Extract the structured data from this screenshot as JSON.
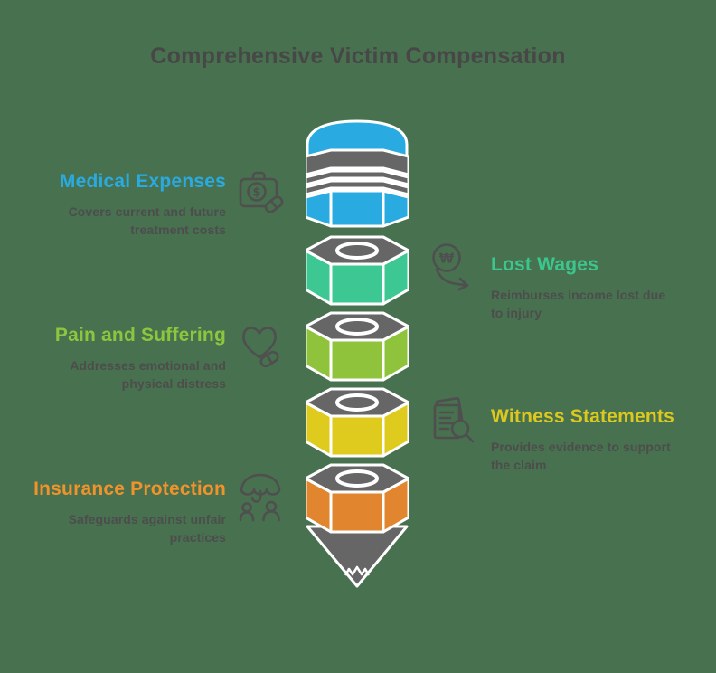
{
  "background_color": "#48714F",
  "description_color": "#4D4D4D",
  "header": {
    "title": "Comprehensive Victim Compensation",
    "color": "#474747"
  },
  "items": [
    {
      "title": "Medical Expenses",
      "color": "#29ABE2",
      "icon": "medical-bag-icon",
      "description_lines": [
        "Covers current and future",
        "treatment costs"
      ]
    },
    {
      "title": "Lost Wages",
      "color": "#3CC68E",
      "icon": "wages-decline-icon",
      "description_lines": [
        "Reimburses income lost due",
        "to injury"
      ]
    },
    {
      "title": "Pain and Suffering",
      "color": "#8CC63F",
      "icon": "heart-pill-icon",
      "description_lines": [
        "Addresses emotional and",
        "physical distress"
      ]
    },
    {
      "title": "Witness Statements",
      "color": "#DCC81E",
      "icon": "document-search-icon",
      "description_lines": [
        "Provides evidence to support",
        "the claim"
      ]
    },
    {
      "title": "Insurance Protection",
      "color": "#F0932B",
      "icon": "umbrella-people-icon",
      "description_lines": [
        "Safeguards against unfair",
        "practices"
      ]
    }
  ],
  "icon_glyphs": {
    "dollar_sign": "$",
    "won_sign": "₩"
  },
  "pencil": {
    "outline_color": "#FFFFFF",
    "wood_color": "#666666",
    "segments": [
      {
        "name": "eraser-cap",
        "color": "#29ABE2"
      },
      {
        "name": "segment-lost-wages",
        "color": "#3DC893"
      },
      {
        "name": "segment-pain-and-suffering",
        "color": "#8FC33C"
      },
      {
        "name": "segment-witness-statements",
        "color": "#DFCB1D"
      },
      {
        "name": "segment-insurance-protection",
        "color": "#E2852F"
      }
    ]
  }
}
